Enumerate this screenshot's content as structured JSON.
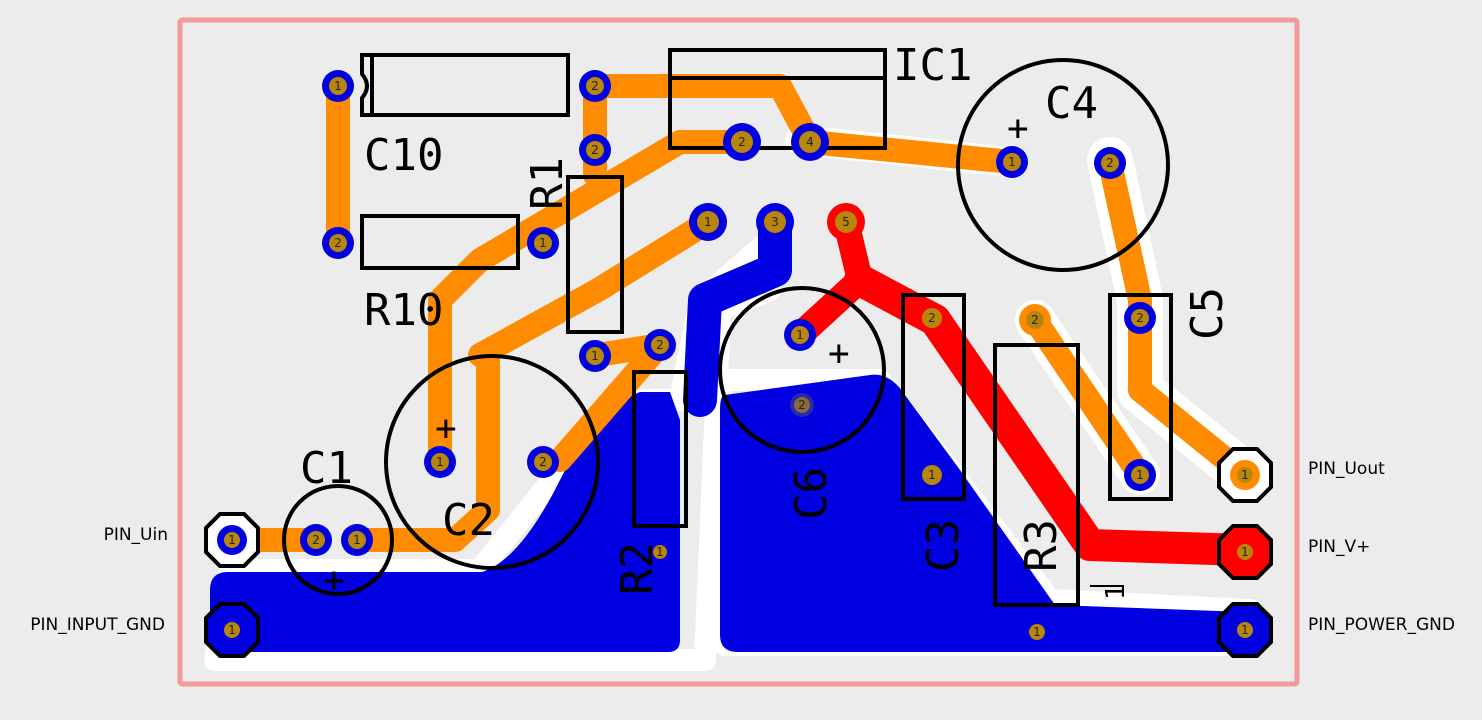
{
  "board": {
    "outline_color": "#f29a9a",
    "top_copper_color": "#ff8c00",
    "bottom_copper_color": "#0000e0",
    "power_trace_color": "#ff0000",
    "clearance_color": "#ffffff",
    "silkscreen_color": "#000000"
  },
  "components": {
    "IC1": "IC1",
    "C1": "C1",
    "C2": "C2",
    "C3": "C3",
    "C4": "C4",
    "C5": "C5",
    "C6": "C6",
    "C10": "C10",
    "R1": "R1",
    "R2": "R2",
    "R3": "R3",
    "R10": "R10"
  },
  "pins": {
    "uin": "PIN_Uin",
    "input_gnd": "PIN_INPUT_GND",
    "uout": "PIN_Uout",
    "vplus": "PIN_V+",
    "power_gnd": "PIN_POWER_GND"
  },
  "pad_numbers": {
    "c10_1": "1",
    "c10_2": "2",
    "r10_1": "1",
    "r10_2": "2",
    "r1_top": "2",
    "r1_bot": "1",
    "ic1_1": "1",
    "ic1_2": "2",
    "ic1_3": "3",
    "ic1_4": "4",
    "ic1_5": "5",
    "c4_1": "1",
    "c4_2": "2",
    "c2_1": "1",
    "c2_2": "2",
    "c1_1": "1",
    "c1_2": "2",
    "r2_2": "2",
    "r2_1": "1",
    "c6_1": "1",
    "c6_2": "2",
    "c3_1": "1",
    "c3_2": "2",
    "r3_2": "2",
    "r3_1": "1",
    "c5_1": "1",
    "c5_2": "2",
    "pin_uin": "1",
    "pin_input_gnd": "1",
    "pin_uout": "1",
    "pin_vplus": "1",
    "pin_power_gnd": "1"
  },
  "polarity": {
    "plus": "+",
    "r3_pin1_marker": "1"
  }
}
